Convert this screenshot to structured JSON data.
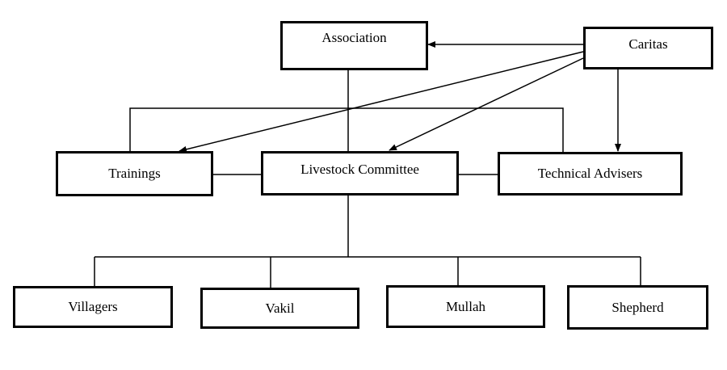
{
  "diagram": {
    "nodes": {
      "association": {
        "label": "Association"
      },
      "caritas": {
        "label": "Caritas"
      },
      "trainings": {
        "label": "Trainings"
      },
      "livestock_committee": {
        "label": "Livestock Committee"
      },
      "technical_advisers": {
        "label": "Technical Advisers"
      },
      "villagers": {
        "label": "Villagers"
      },
      "vakil": {
        "label": "Vakil"
      },
      "mullah": {
        "label": "Mullah"
      },
      "shepherd": {
        "label": "Shepherd"
      }
    },
    "edges": [
      {
        "from": "caritas",
        "to": "association",
        "type": "arrow"
      },
      {
        "from": "caritas",
        "to": "trainings",
        "type": "arrow"
      },
      {
        "from": "caritas",
        "to": "livestock_committee",
        "type": "arrow"
      },
      {
        "from": "caritas",
        "to": "technical_advisers",
        "type": "arrow"
      },
      {
        "from": "association",
        "to": "livestock_committee",
        "type": "line"
      },
      {
        "from": "trainings",
        "to": "livestock_committee",
        "type": "line"
      },
      {
        "from": "livestock_committee",
        "to": "technical_advisers",
        "type": "line"
      },
      {
        "from": "trainings",
        "to": "technical_advisers",
        "type": "line"
      },
      {
        "from": "livestock_committee",
        "to": "villagers",
        "type": "line"
      },
      {
        "from": "livestock_committee",
        "to": "vakil",
        "type": "line"
      },
      {
        "from": "livestock_committee",
        "to": "mullah",
        "type": "line"
      },
      {
        "from": "livestock_committee",
        "to": "shepherd",
        "type": "line"
      }
    ]
  }
}
